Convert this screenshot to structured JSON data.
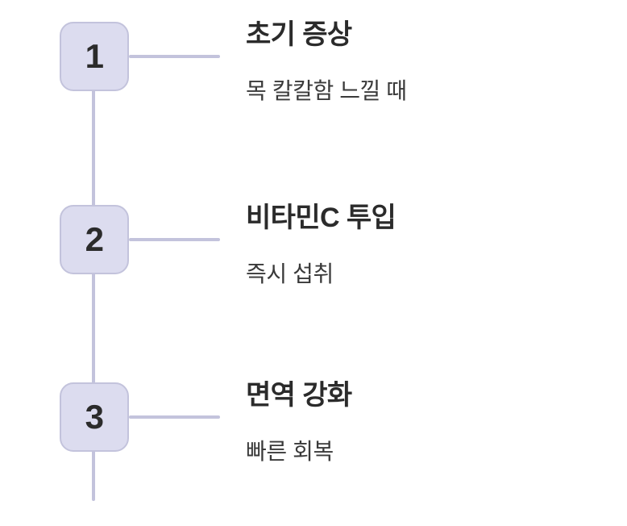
{
  "diagram": {
    "type": "vertical-timeline",
    "orientation": "vertical",
    "background_color": "#FFFFFF",
    "accent_color": "#DCDCEF",
    "line_color": "#C3C3DC",
    "title_color": "#2B2B2B",
    "subtitle_color": "#3A3A3A",
    "step_count": 3,
    "steps": [
      {
        "number": "1",
        "title": "초기 증상",
        "subtitle": "목 칼칼함 느낄 때"
      },
      {
        "number": "2",
        "title": "비타민C 투입",
        "subtitle": "즉시 섭취"
      },
      {
        "number": "3",
        "title": "면역 강화",
        "subtitle": "빠른 회복"
      }
    ]
  }
}
